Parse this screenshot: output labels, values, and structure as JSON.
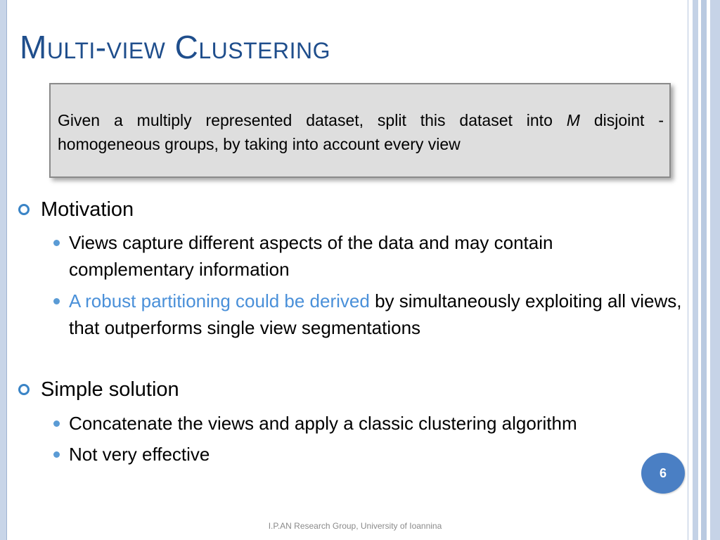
{
  "slide": {
    "title": "Multi-view Clustering",
    "definition": {
      "text_before": "Given a multiply represented dataset, split this dataset into ",
      "italic_var": "M",
      "text_after": " disjoint - homogeneous groups, by taking into account every view"
    },
    "sections": [
      {
        "heading": "Motivation",
        "bullets": [
          {
            "text": "Views capture different aspects of the data and may contain complementary information"
          },
          {
            "highlight": "A robust partitioning could be derived",
            "text": " by simultaneously exploiting all views, that outperforms single view segmentations"
          }
        ]
      },
      {
        "heading": "Simple solution",
        "bullets": [
          {
            "text": "Concatenate the views and apply a classic clustering algorithm"
          },
          {
            "text": "Not very effective"
          }
        ]
      }
    ],
    "page_number": "6",
    "footer": "I.P.AN Research Group, University of Ioannina"
  },
  "colors": {
    "title": "#1f4e8c",
    "highlight": "#4a90d9",
    "page_badge": "#4a7fc4",
    "box_fill": "#dedede"
  }
}
